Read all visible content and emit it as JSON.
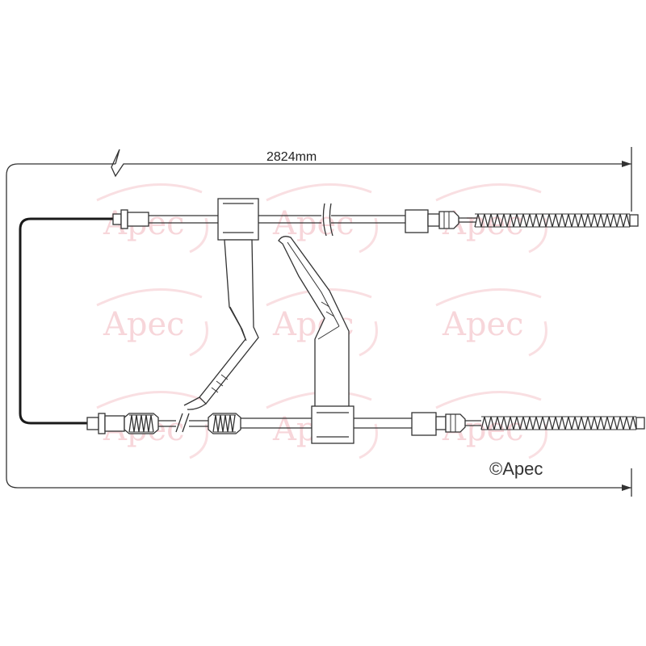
{
  "dimension": {
    "label": "2824mm"
  },
  "watermark": {
    "text": "Apec"
  },
  "copyright": {
    "text": "©Apec"
  },
  "colors": {
    "watermark": "#f7d6da",
    "line": "#333333",
    "cable_sheath": "#1a1a1a"
  }
}
